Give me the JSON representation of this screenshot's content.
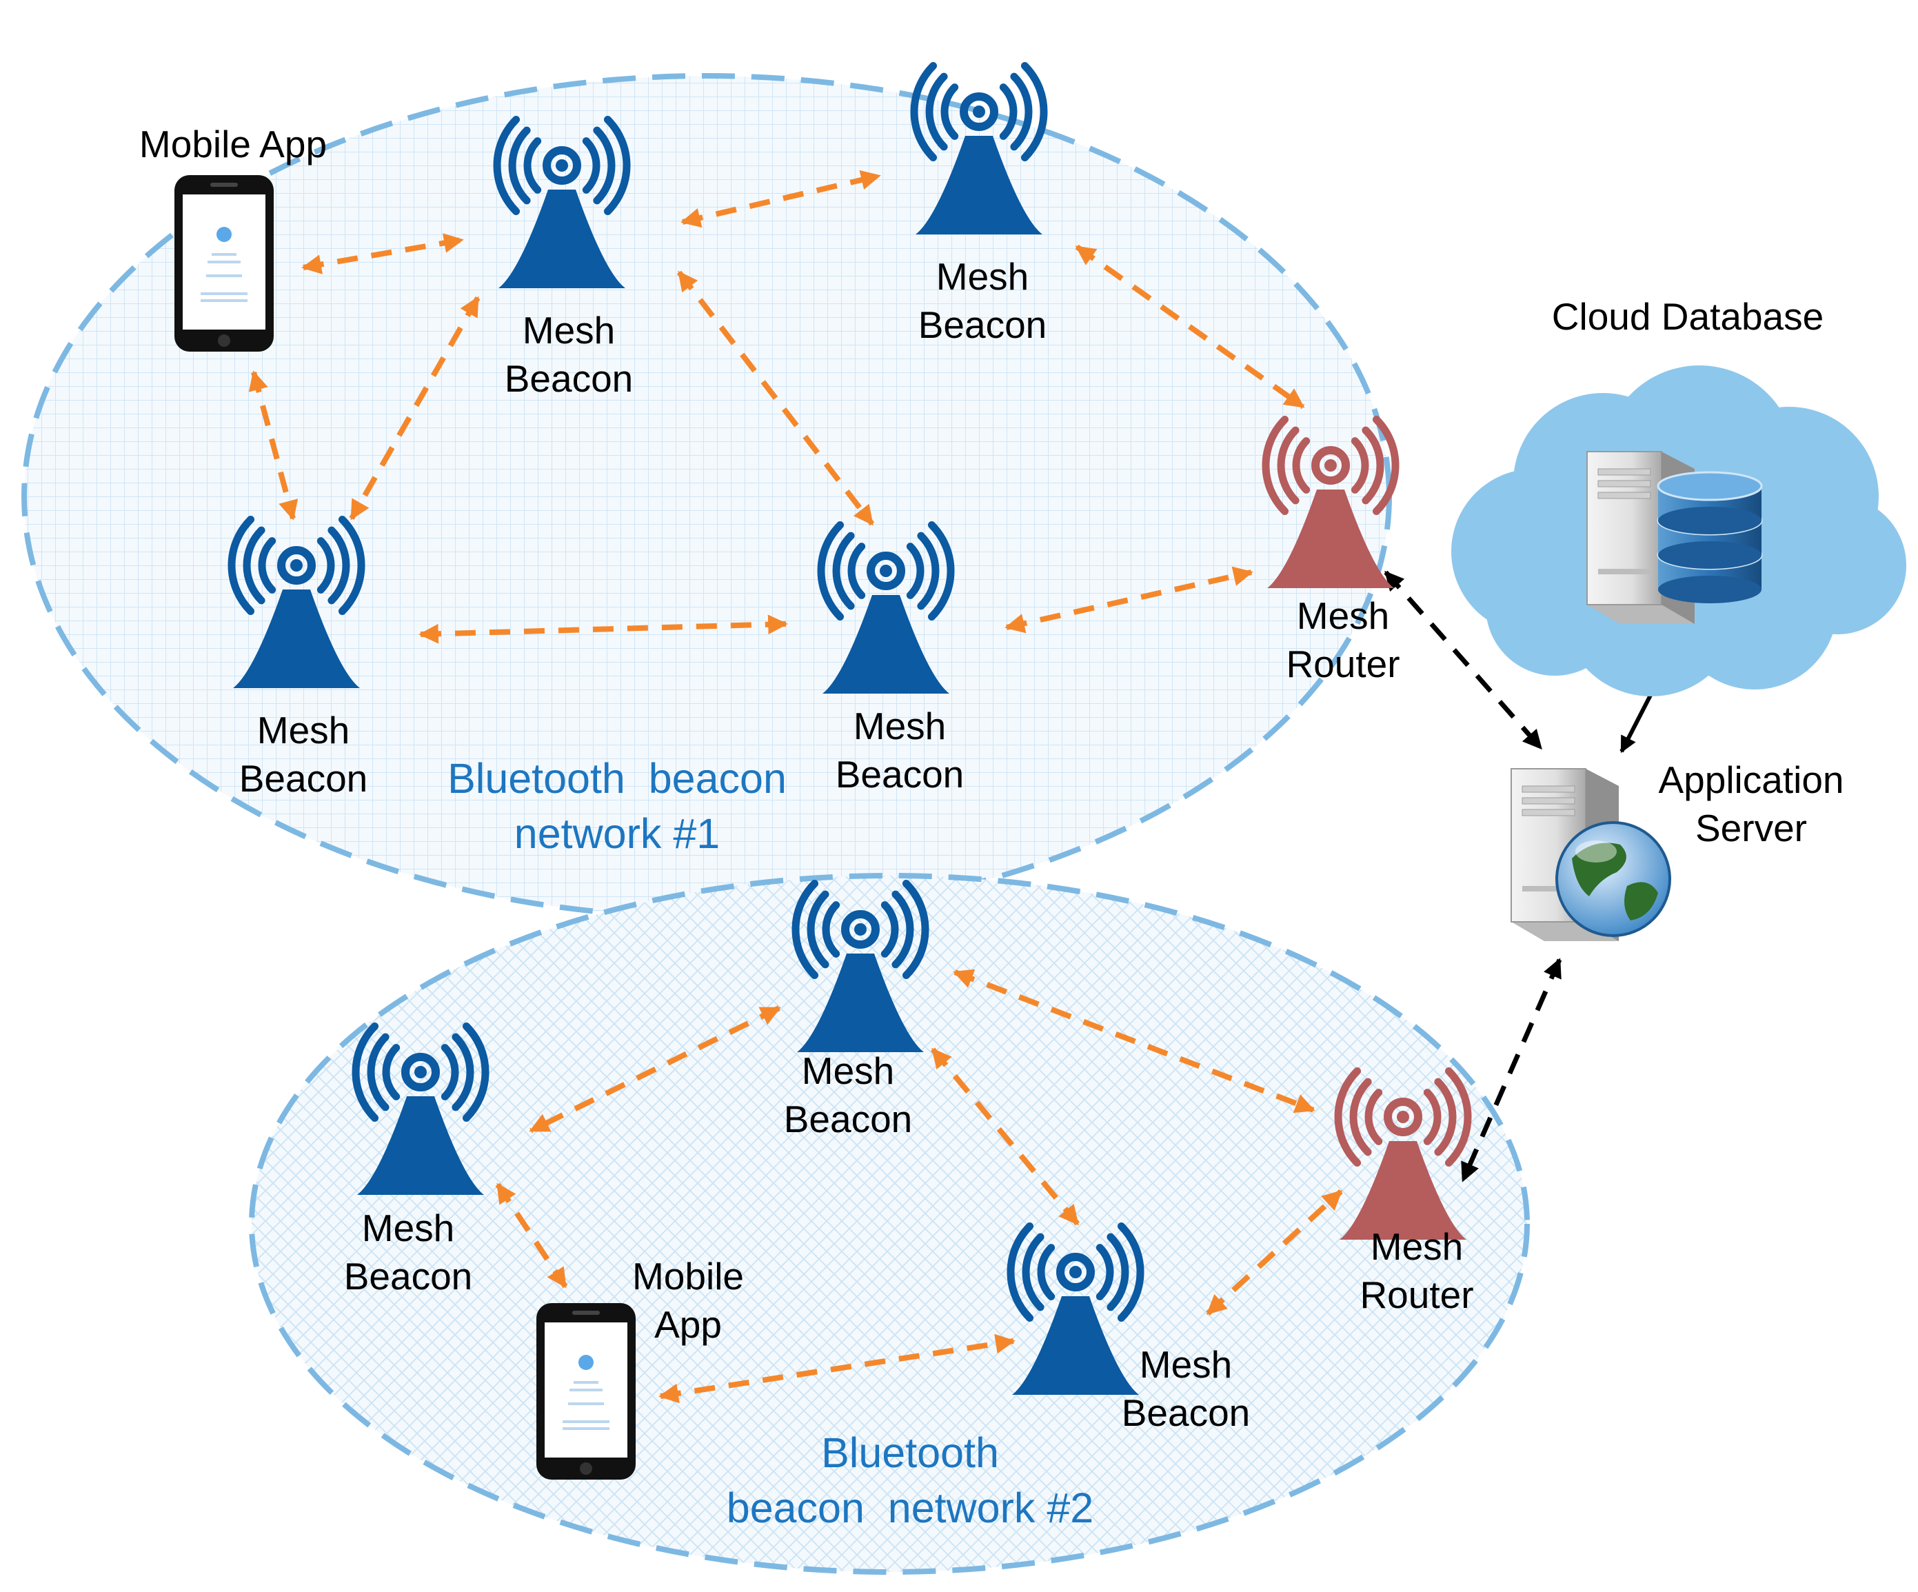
{
  "colors": {
    "beacon": "#0b5aa2",
    "router": "#b55c5c",
    "mesh_link": "#f5872b",
    "uplink": "#000000",
    "network_outline": "#7db8e2",
    "network_fill": "#eef6fc",
    "cloud_fill": "#8ec7ec",
    "network_label": "#1d76c0"
  },
  "networks": [
    {
      "id": "net1",
      "label_lines": [
        "Bluetooth  beacon",
        "network #1"
      ]
    },
    {
      "id": "net2",
      "label_lines": [
        "Bluetooth",
        "beacon  network #2"
      ]
    }
  ],
  "nodes": [
    {
      "id": "app1",
      "type": "mobile",
      "icon": "smartphone-icon",
      "label_lines": [
        "Mobile App"
      ]
    },
    {
      "id": "b1",
      "type": "beacon",
      "icon": "beacon-icon",
      "label_lines": [
        "Mesh",
        "Beacon"
      ]
    },
    {
      "id": "b2",
      "type": "beacon",
      "icon": "beacon-icon",
      "label_lines": [
        "Mesh",
        "Beacon"
      ]
    },
    {
      "id": "b3",
      "type": "beacon",
      "icon": "beacon-icon",
      "label_lines": [
        "Mesh",
        "Beacon"
      ]
    },
    {
      "id": "b4",
      "type": "beacon",
      "icon": "beacon-icon",
      "label_lines": [
        "Mesh",
        "Beacon"
      ]
    },
    {
      "id": "r1",
      "type": "router",
      "icon": "router-icon",
      "label_lines": [
        "Mesh",
        "Router"
      ]
    },
    {
      "id": "cloud",
      "type": "cloud",
      "icon": "cloud-database-icon",
      "label_lines": [
        "Cloud Database"
      ]
    },
    {
      "id": "server",
      "type": "server",
      "icon": "application-server-icon",
      "label_lines": [
        "Application",
        "Server"
      ]
    },
    {
      "id": "b5",
      "type": "beacon",
      "icon": "beacon-icon",
      "label_lines": [
        "Mesh",
        "Beacon"
      ]
    },
    {
      "id": "b6",
      "type": "beacon",
      "icon": "beacon-icon",
      "label_lines": [
        "Mesh",
        "Beacon"
      ]
    },
    {
      "id": "b7",
      "type": "beacon",
      "icon": "beacon-icon",
      "label_lines": [
        "Mesh",
        "Beacon"
      ]
    },
    {
      "id": "r2",
      "type": "router",
      "icon": "router-icon",
      "label_lines": [
        "Mesh",
        "Router"
      ]
    },
    {
      "id": "app2",
      "type": "mobile",
      "icon": "smartphone-icon",
      "label_lines": [
        "Mobile",
        "App"
      ]
    }
  ],
  "links": [
    {
      "from": "app1",
      "to": "b1",
      "kind": "mesh"
    },
    {
      "from": "app1",
      "to": "b3",
      "kind": "mesh"
    },
    {
      "from": "b1",
      "to": "b2",
      "kind": "mesh"
    },
    {
      "from": "b1",
      "to": "b3",
      "kind": "mesh"
    },
    {
      "from": "b1",
      "to": "b4",
      "kind": "mesh"
    },
    {
      "from": "b2",
      "to": "r1",
      "kind": "mesh"
    },
    {
      "from": "b3",
      "to": "b4",
      "kind": "mesh"
    },
    {
      "from": "b4",
      "to": "r1",
      "kind": "mesh"
    },
    {
      "from": "r1",
      "to": "server",
      "kind": "uplink"
    },
    {
      "from": "cloud",
      "to": "server",
      "kind": "database"
    },
    {
      "from": "server",
      "to": "r2",
      "kind": "uplink"
    },
    {
      "from": "b5",
      "to": "b6",
      "kind": "mesh"
    },
    {
      "from": "b5",
      "to": "b7",
      "kind": "mesh"
    },
    {
      "from": "b5",
      "to": "r2",
      "kind": "mesh"
    },
    {
      "from": "b6",
      "to": "app2",
      "kind": "mesh"
    },
    {
      "from": "app2",
      "to": "b7",
      "kind": "mesh"
    },
    {
      "from": "b7",
      "to": "r2",
      "kind": "mesh"
    }
  ]
}
